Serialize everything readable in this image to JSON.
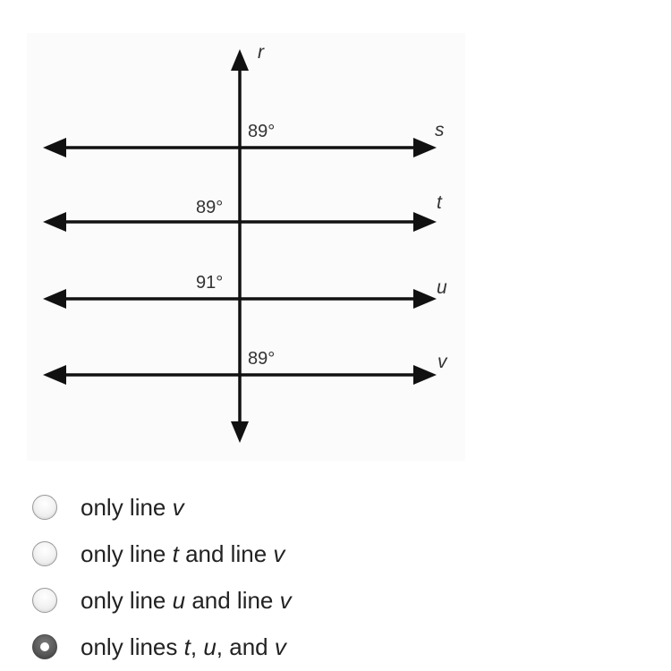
{
  "diagram": {
    "transversal_label": "r",
    "lines": [
      {
        "name": "s",
        "angle_label": "89°"
      },
      {
        "name": "t",
        "angle_label": "89°"
      },
      {
        "name": "u",
        "angle_label": "91°"
      },
      {
        "name": "v",
        "angle_label": "89°"
      }
    ]
  },
  "choices": [
    {
      "parts": [
        {
          "text": "only line ",
          "italic": false
        },
        {
          "text": "v",
          "italic": true
        }
      ],
      "selected": false
    },
    {
      "parts": [
        {
          "text": "only line ",
          "italic": false
        },
        {
          "text": "t",
          "italic": true
        },
        {
          "text": " and line ",
          "italic": false
        },
        {
          "text": "v",
          "italic": true
        }
      ],
      "selected": false
    },
    {
      "parts": [
        {
          "text": "only line ",
          "italic": false
        },
        {
          "text": "u",
          "italic": true
        },
        {
          "text": " and line ",
          "italic": false
        },
        {
          "text": "v",
          "italic": true
        }
      ],
      "selected": false
    },
    {
      "parts": [
        {
          "text": "only lines ",
          "italic": false
        },
        {
          "text": "t",
          "italic": true
        },
        {
          "text": ", ",
          "italic": false
        },
        {
          "text": "u",
          "italic": true
        },
        {
          "text": ", and ",
          "italic": false
        },
        {
          "text": "v",
          "italic": true
        }
      ],
      "selected": true
    }
  ]
}
